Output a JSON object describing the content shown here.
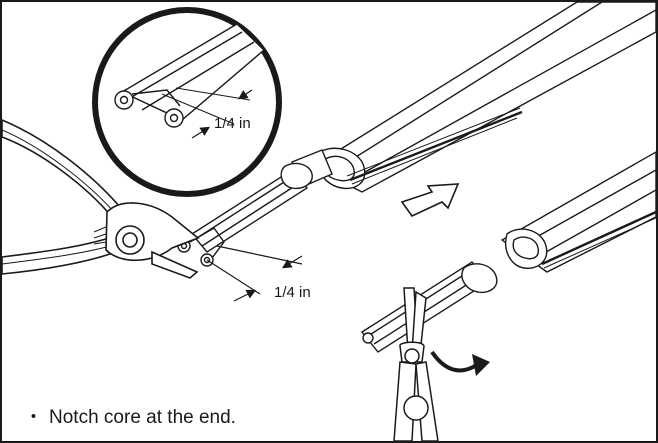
{
  "colors": {
    "line": "#1a1a1a",
    "fill": "#ffffff",
    "arrow_fill": "#1a1a1a"
  },
  "labels": {
    "detail_measure": "1/4 in",
    "main_measure": "1/4 in"
  },
  "caption": {
    "bullet": "・",
    "text": "Notch core at the end."
  },
  "icons": [
    "wire-cutter-icon",
    "needle-nose-pliers-icon",
    "direction-arrow-icon",
    "rotation-arrow-icon"
  ]
}
